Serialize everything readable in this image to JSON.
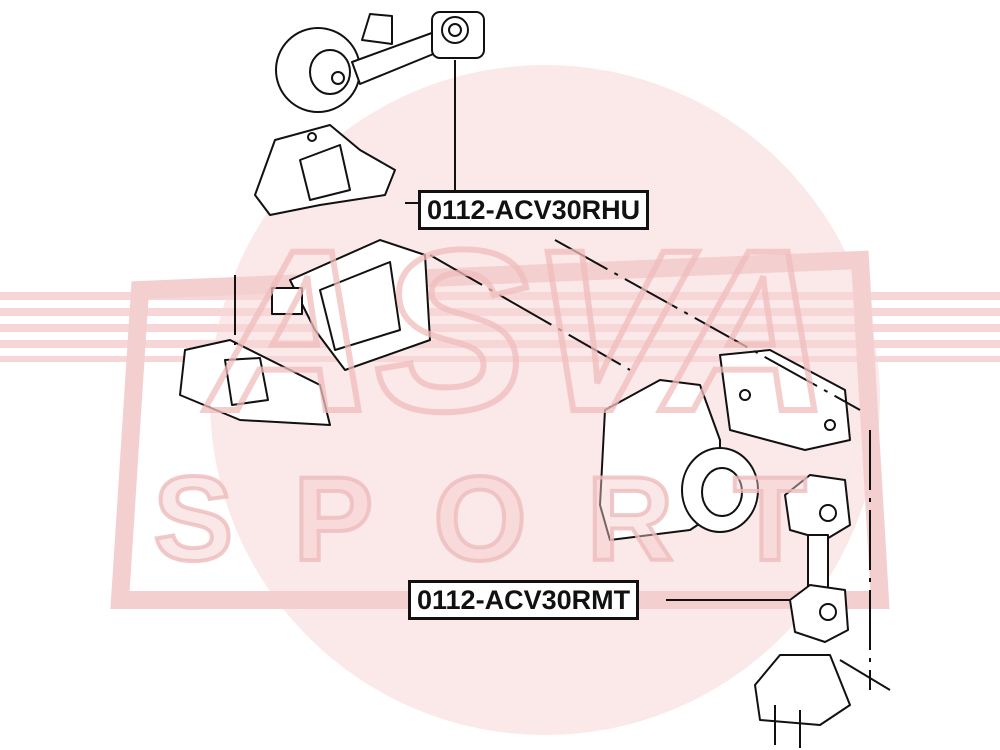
{
  "watermark": {
    "brand": "ASVA",
    "sub": "SPORT",
    "color": "#f3c9c9"
  },
  "callouts": [
    {
      "part_number": "0112-ACV30RHU"
    },
    {
      "part_number": "0112-ACV30RMT"
    }
  ]
}
